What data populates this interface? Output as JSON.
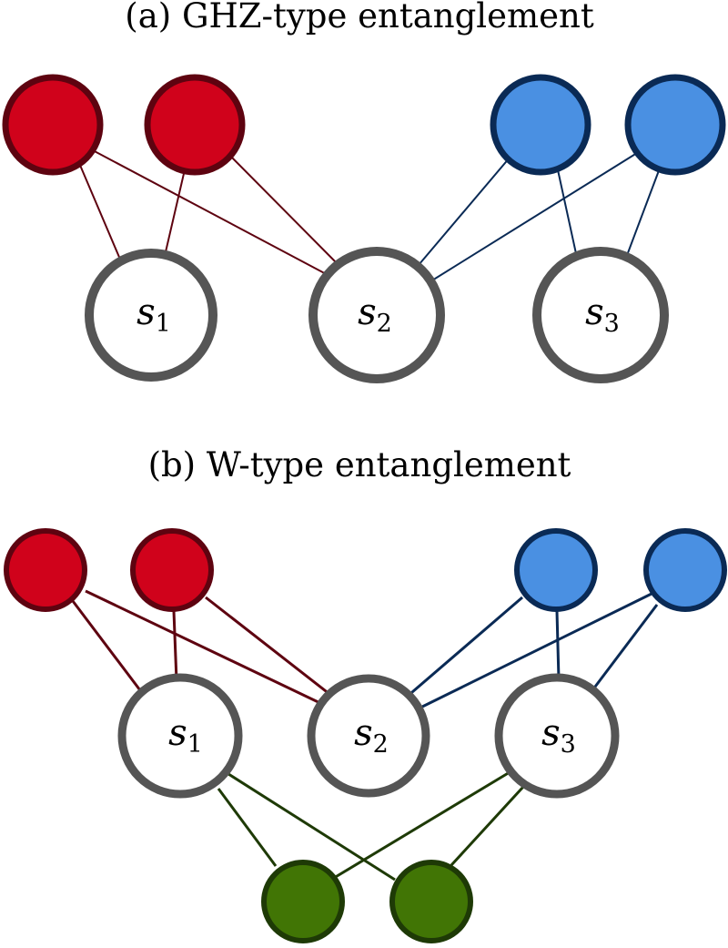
{
  "panels": [
    {
      "id": "a",
      "title": "(a) GHZ-type entanglement",
      "systems": [
        {
          "var": "s",
          "sub": "1"
        },
        {
          "var": "s",
          "sub": "2"
        },
        {
          "var": "s",
          "sub": "3"
        }
      ],
      "party_groups": [
        "red",
        "blue"
      ]
    },
    {
      "id": "b",
      "title": "(b) W-type entanglement",
      "systems": [
        {
          "var": "s",
          "sub": "1"
        },
        {
          "var": "s",
          "sub": "2"
        },
        {
          "var": "s",
          "sub": "3"
        }
      ],
      "party_groups": [
        "red",
        "blue",
        "green"
      ]
    }
  ],
  "colors": {
    "red_fill": "#d0021b",
    "red_stroke": "#5e0310",
    "blue_fill": "#4a90e2",
    "blue_stroke": "#0a2a55",
    "green_fill": "#417505",
    "green_stroke": "#1e3a06",
    "system_stroke": "#555555",
    "system_fill": "#ffffff"
  }
}
